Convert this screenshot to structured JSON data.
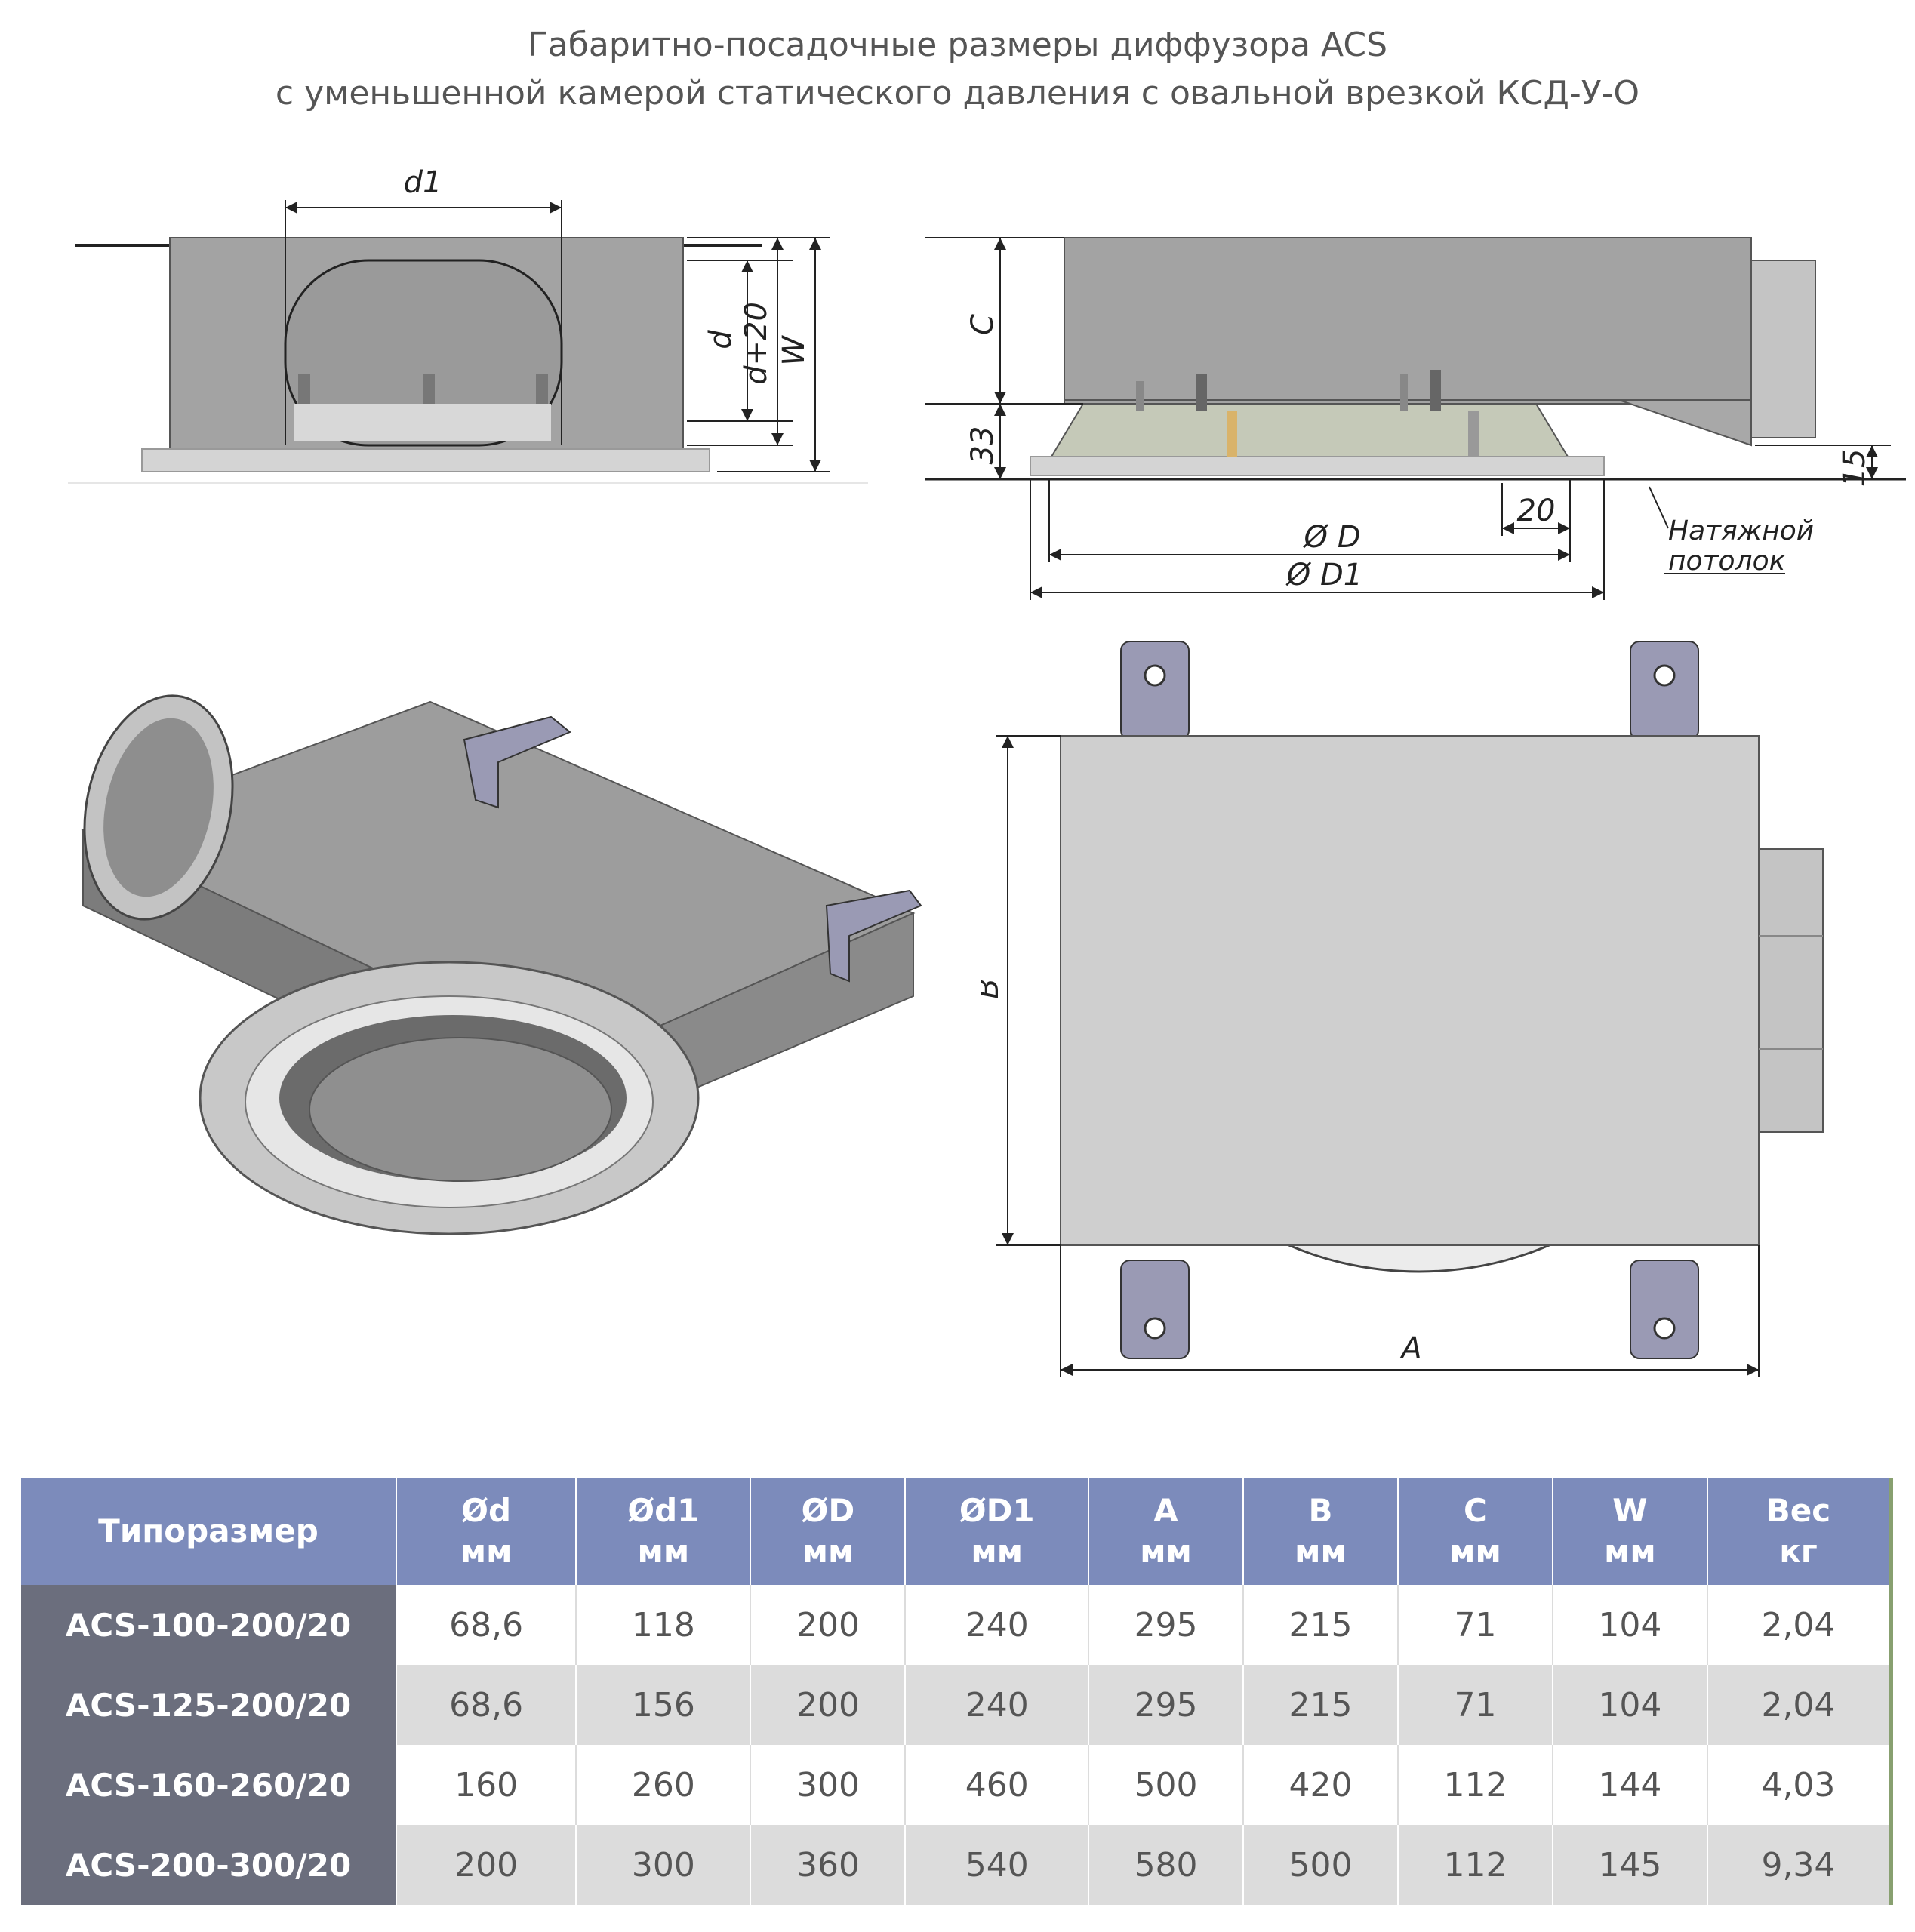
{
  "title": {
    "line1": "Габаритно-посадочные размеры диффузора ACS",
    "line2": "с уменьшенной камерой статического давления с овальной врезкой КСД-У-О"
  },
  "front_view": {
    "labels": {
      "d1": "d1",
      "d": "d",
      "d20": "d+20",
      "W": "W"
    }
  },
  "side_view": {
    "labels": {
      "C": "C",
      "33": "33",
      "15": "15",
      "20": "20",
      "D": "Ø D",
      "D1": "Ø D1"
    },
    "ceiling_note": [
      "Натяжной",
      "потолок"
    ]
  },
  "top_view": {
    "labels": {
      "A": "A",
      "B": "B"
    }
  },
  "colors": {
    "header": "#7c8bbb",
    "name_col": "#6b6e7d",
    "row_alt": "#dcdcdc",
    "body": "#a3a3a3"
  },
  "table": {
    "headers": [
      {
        "top": "Типоразмер",
        "unit": ""
      },
      {
        "top": "Ød",
        "unit": "мм"
      },
      {
        "top": "Ød1",
        "unit": "мм"
      },
      {
        "top": "ØD",
        "unit": "мм"
      },
      {
        "top": "ØD1",
        "unit": "мм"
      },
      {
        "top": "A",
        "unit": "мм"
      },
      {
        "top": "B",
        "unit": "мм"
      },
      {
        "top": "C",
        "unit": "мм"
      },
      {
        "top": "W",
        "unit": "мм"
      },
      {
        "top": "Вес",
        "unit": "кг"
      }
    ],
    "rows": [
      [
        "ACS-100-200/20",
        "68,6",
        "118",
        "200",
        "240",
        "295",
        "215",
        "71",
        "104",
        "2,04"
      ],
      [
        "ACS-125-200/20",
        "68,6",
        "156",
        "200",
        "240",
        "295",
        "215",
        "71",
        "104",
        "2,04"
      ],
      [
        "ACS-160-260/20",
        "160",
        "260",
        "300",
        "460",
        "500",
        "420",
        "112",
        "144",
        "4,03"
      ],
      [
        "ACS-200-300/20",
        "200",
        "300",
        "360",
        "540",
        "580",
        "500",
        "112",
        "145",
        "9,34"
      ]
    ]
  }
}
